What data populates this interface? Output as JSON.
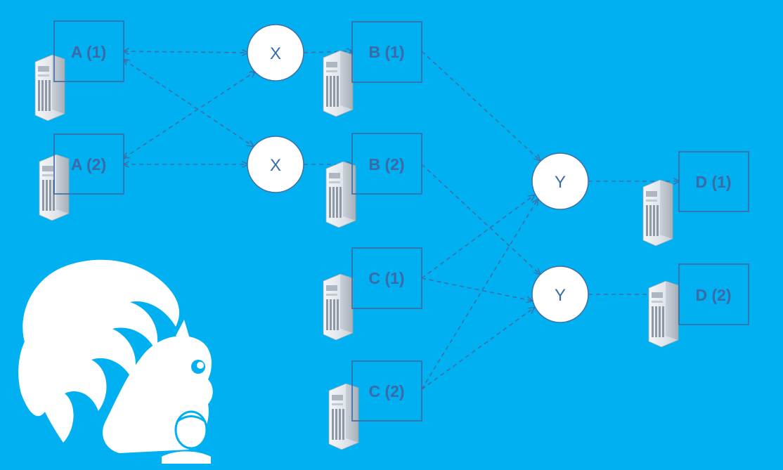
{
  "colors": {
    "background": "#00b0f0",
    "edge": "#3d6fa8",
    "label": "#3b6aa6",
    "operator_fill": "#ffffff",
    "mascot": "#ffffff"
  },
  "icons": {
    "server": "server-tower-icon",
    "mascot": "squirrel-logo"
  },
  "nodes": [
    {
      "id": "a1",
      "label": "A (1)"
    },
    {
      "id": "a2",
      "label": "A (2)"
    },
    {
      "id": "b1",
      "label": "B (1)"
    },
    {
      "id": "b2",
      "label": "B (2)"
    },
    {
      "id": "c1",
      "label": "C (1)"
    },
    {
      "id": "c2",
      "label": "C (2)"
    },
    {
      "id": "d1",
      "label": "D (1)"
    },
    {
      "id": "d2",
      "label": "D (2)"
    }
  ],
  "operators": [
    {
      "id": "x1",
      "label": "X"
    },
    {
      "id": "x2",
      "label": "X"
    },
    {
      "id": "y1",
      "label": "Y"
    },
    {
      "id": "y2",
      "label": "Y"
    }
  ],
  "edges": [
    {
      "from": "a1",
      "to": "x1"
    },
    {
      "from": "a1",
      "to": "x2"
    },
    {
      "from": "a2",
      "to": "x1"
    },
    {
      "from": "a2",
      "to": "x2"
    },
    {
      "from": "x1",
      "to": "b1"
    },
    {
      "from": "x2",
      "to": "b2"
    },
    {
      "from": "b1",
      "to": "y1"
    },
    {
      "from": "b2",
      "to": "y2"
    },
    {
      "from": "c1",
      "to": "y1"
    },
    {
      "from": "c1",
      "to": "y2"
    },
    {
      "from": "c2",
      "to": "y1"
    },
    {
      "from": "c2",
      "to": "y2"
    },
    {
      "from": "y1",
      "to": "d1"
    },
    {
      "from": "y2",
      "to": "d2"
    }
  ]
}
